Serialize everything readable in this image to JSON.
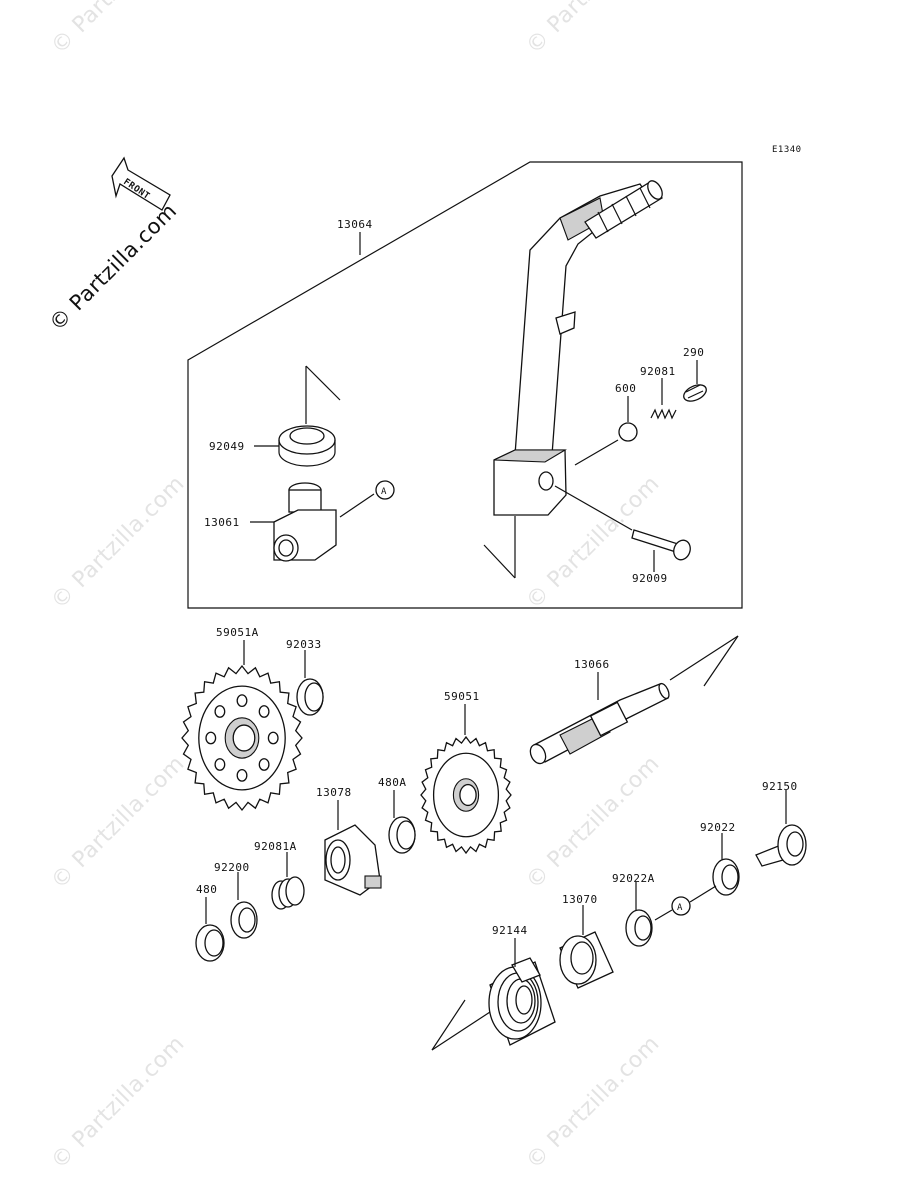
{
  "diagram": {
    "code": "E1340",
    "front_label": "FRONT",
    "watermark_main": "© Partzilla.com",
    "watermark_tile": "© Partzilla.com",
    "callout_marker": "A"
  },
  "parts": [
    {
      "id": "p13064",
      "number": "13064"
    },
    {
      "id": "p290",
      "number": "290"
    },
    {
      "id": "p92081",
      "number": "92081"
    },
    {
      "id": "p600",
      "number": "600"
    },
    {
      "id": "p92049",
      "number": "92049"
    },
    {
      "id": "p13061",
      "number": "13061"
    },
    {
      "id": "p92009",
      "number": "92009"
    },
    {
      "id": "p59051A",
      "number": "59051A"
    },
    {
      "id": "p92033",
      "number": "92033"
    },
    {
      "id": "p13066",
      "number": "13066"
    },
    {
      "id": "p59051",
      "number": "59051"
    },
    {
      "id": "p480A",
      "number": "480A"
    },
    {
      "id": "p13078",
      "number": "13078"
    },
    {
      "id": "p92150",
      "number": "92150"
    },
    {
      "id": "p92081A",
      "number": "92081A"
    },
    {
      "id": "p92200",
      "number": "92200"
    },
    {
      "id": "p480",
      "number": "480"
    },
    {
      "id": "p92022",
      "number": "92022"
    },
    {
      "id": "p92022A",
      "number": "92022A"
    },
    {
      "id": "p13070",
      "number": "13070"
    },
    {
      "id": "p92144",
      "number": "92144"
    }
  ]
}
